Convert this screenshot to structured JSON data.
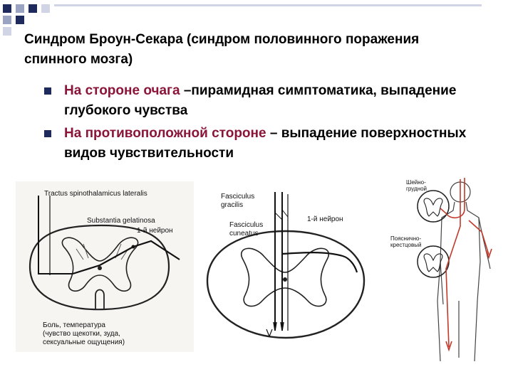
{
  "slide": {
    "title": "Синдром Броун-Секара (синдром половинного поражения спинного мозга)",
    "bullets": [
      {
        "highlight": "На стороне очага",
        "rest": " –пирамидная симптоматика, выпадение глубокого чувства"
      },
      {
        "highlight": "На противоположной стороне",
        "rest": " – выпадение поверхностных видов чувствительности"
      }
    ],
    "colors": {
      "text": "#000000",
      "highlight": "#8b1538",
      "bullet": "#1d2a5b",
      "accent_red": "#c0392b"
    }
  },
  "figure_left": {
    "label_tract": "Tractus spinothalamicus lateralis",
    "label_substantia": "Substantia gelatinosa",
    "label_neuron": "1-й нейрон",
    "caption_line1": "Боль, температура",
    "caption_line2": "(чувство щекотки, зуда,",
    "caption_line3": "сексуальные ощущения)"
  },
  "figure_middle": {
    "label_gracilis_1": "Fasciculus",
    "label_gracilis_2": "gracilis",
    "label_cuneatus_1": "Fasciculus",
    "label_cuneatus_2": "cuneatus",
    "label_neuron": "1-й нейрон"
  },
  "figure_right": {
    "label_cervical_1": "Шейно-",
    "label_cervical_2": "грудной",
    "label_lumbar_1": "Поясничнo-",
    "label_lumbar_2": "крестцовый"
  }
}
